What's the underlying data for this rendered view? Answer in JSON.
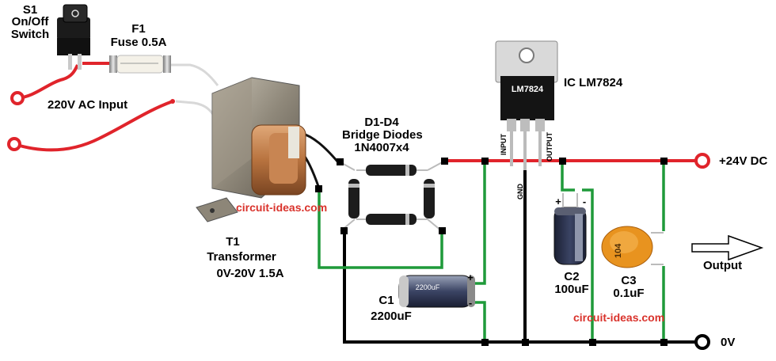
{
  "labels": {
    "s1_ref": "S1",
    "s1_name_1": "On/Off",
    "s1_name_2": "Switch",
    "f1_ref": "F1",
    "f1_name": "Fuse 0.5A",
    "ac_input": "220V AC Input",
    "d_ref": "D1-D4",
    "d_name": "Bridge Diodes",
    "d_part": "1N4007x4",
    "ic_name": "IC LM7824",
    "ic_chip_text": "LM7824",
    "pin_input": "INPUT",
    "pin_output": "OUTPUT",
    "pin_gnd": "GND",
    "t1_ref": "T1",
    "t1_name": "Transformer",
    "t1_rating": "0V-20V 1.5A",
    "c1_ref": "C1",
    "c1_value": "2200uF",
    "c1_body_text": "2200uF",
    "c1_plus": "+",
    "c1_minus": "-",
    "c2_ref": "C2",
    "c2_value": "100uF",
    "c2_plus": "+",
    "c2_minus": "-",
    "c3_ref": "C3",
    "c3_value": "0.1uF",
    "c3_body_text": "104",
    "out_pos": "+24V DC",
    "out_gnd": "0V",
    "output": "Output",
    "watermark_1": "circuit-ideas.com",
    "watermark_2": "circuit-ideas.com"
  },
  "colors": {
    "wire_positive": "#e0242b",
    "wire_ground": "#000000",
    "wire_secondary": "#1f9a3a",
    "wire_primary": "#e0242b",
    "node": "#000000",
    "terminal": "#e0242b",
    "watermark": "#d9322b"
  },
  "icons": [
    "switch-icon",
    "fuse-icon",
    "transformer-icon",
    "diode-icon",
    "regulator-icon",
    "capacitor-icon",
    "arrow-icon"
  ]
}
